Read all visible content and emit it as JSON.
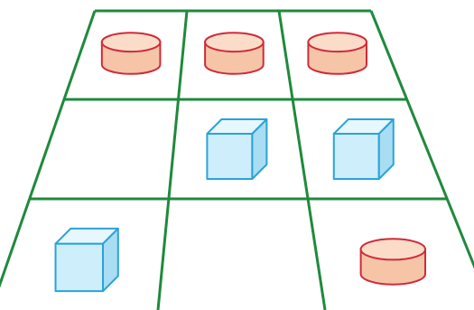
{
  "colors": {
    "grid_line": "#1f8a3c",
    "background": "#ffffff",
    "cylinder_fill": "#f6c5a8",
    "cylinder_top": "#fbdcc8",
    "cylinder_stroke": "#cf2b3a",
    "cube_front": "#cdeefa",
    "cube_top": "#e6f7fd",
    "cube_side": "#a9ddf3",
    "cube_stroke": "#2ba3d8"
  },
  "grid": {
    "rows": 3,
    "columns": 3,
    "cells": [
      {
        "row": 1,
        "col": 1,
        "item": "cylinder"
      },
      {
        "row": 1,
        "col": 2,
        "item": "cylinder"
      },
      {
        "row": 1,
        "col": 3,
        "item": "cylinder"
      },
      {
        "row": 2,
        "col": 1,
        "item": "empty"
      },
      {
        "row": 2,
        "col": 2,
        "item": "cube"
      },
      {
        "row": 2,
        "col": 3,
        "item": "cube"
      },
      {
        "row": 3,
        "col": 1,
        "item": "cube"
      },
      {
        "row": 3,
        "col": 2,
        "item": "empty"
      },
      {
        "row": 3,
        "col": 3,
        "item": "cylinder"
      }
    ]
  }
}
